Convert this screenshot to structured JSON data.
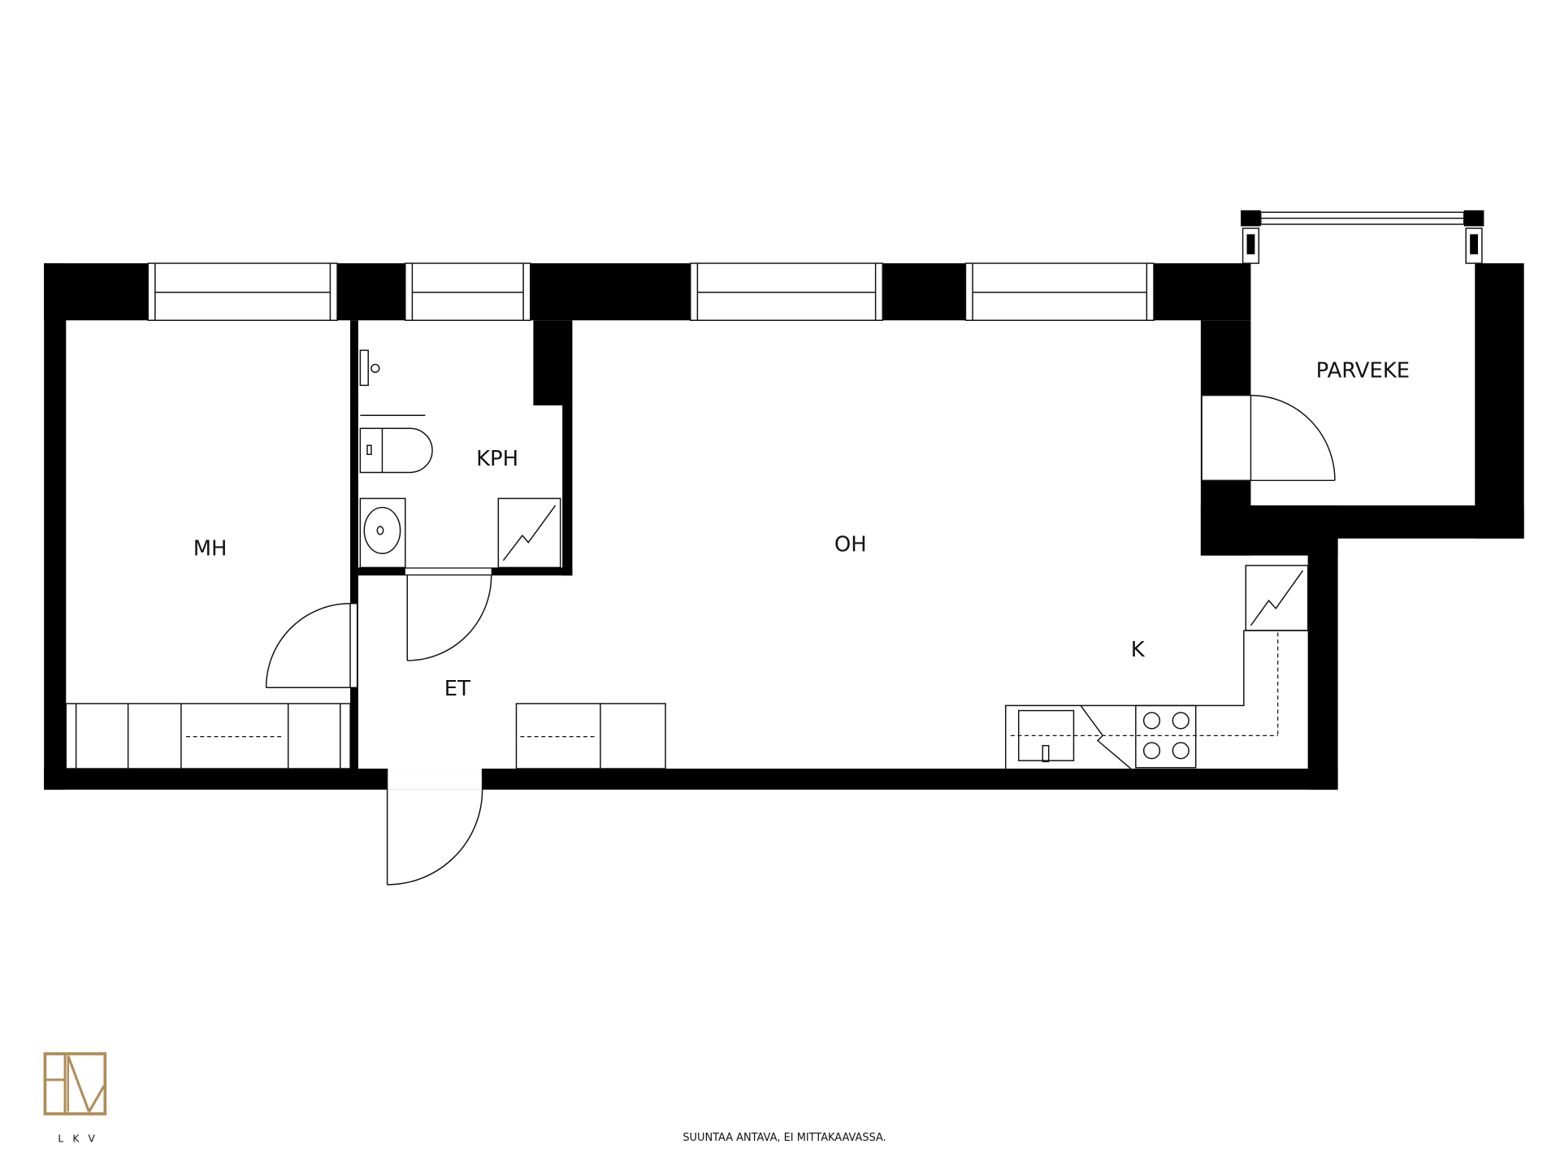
{
  "rooms": {
    "mh": "MH",
    "kph": "KPH",
    "oh": "OH",
    "k": "K",
    "et": "ET",
    "parveke": "PARVEKE"
  },
  "footer": {
    "disclaimer": "SUUNTAA ANTAVA, EI MITTAKAAVASSA.",
    "logo_text": "LKV"
  },
  "colors": {
    "wall": "#000000",
    "logo_gold": "#b08d57"
  }
}
